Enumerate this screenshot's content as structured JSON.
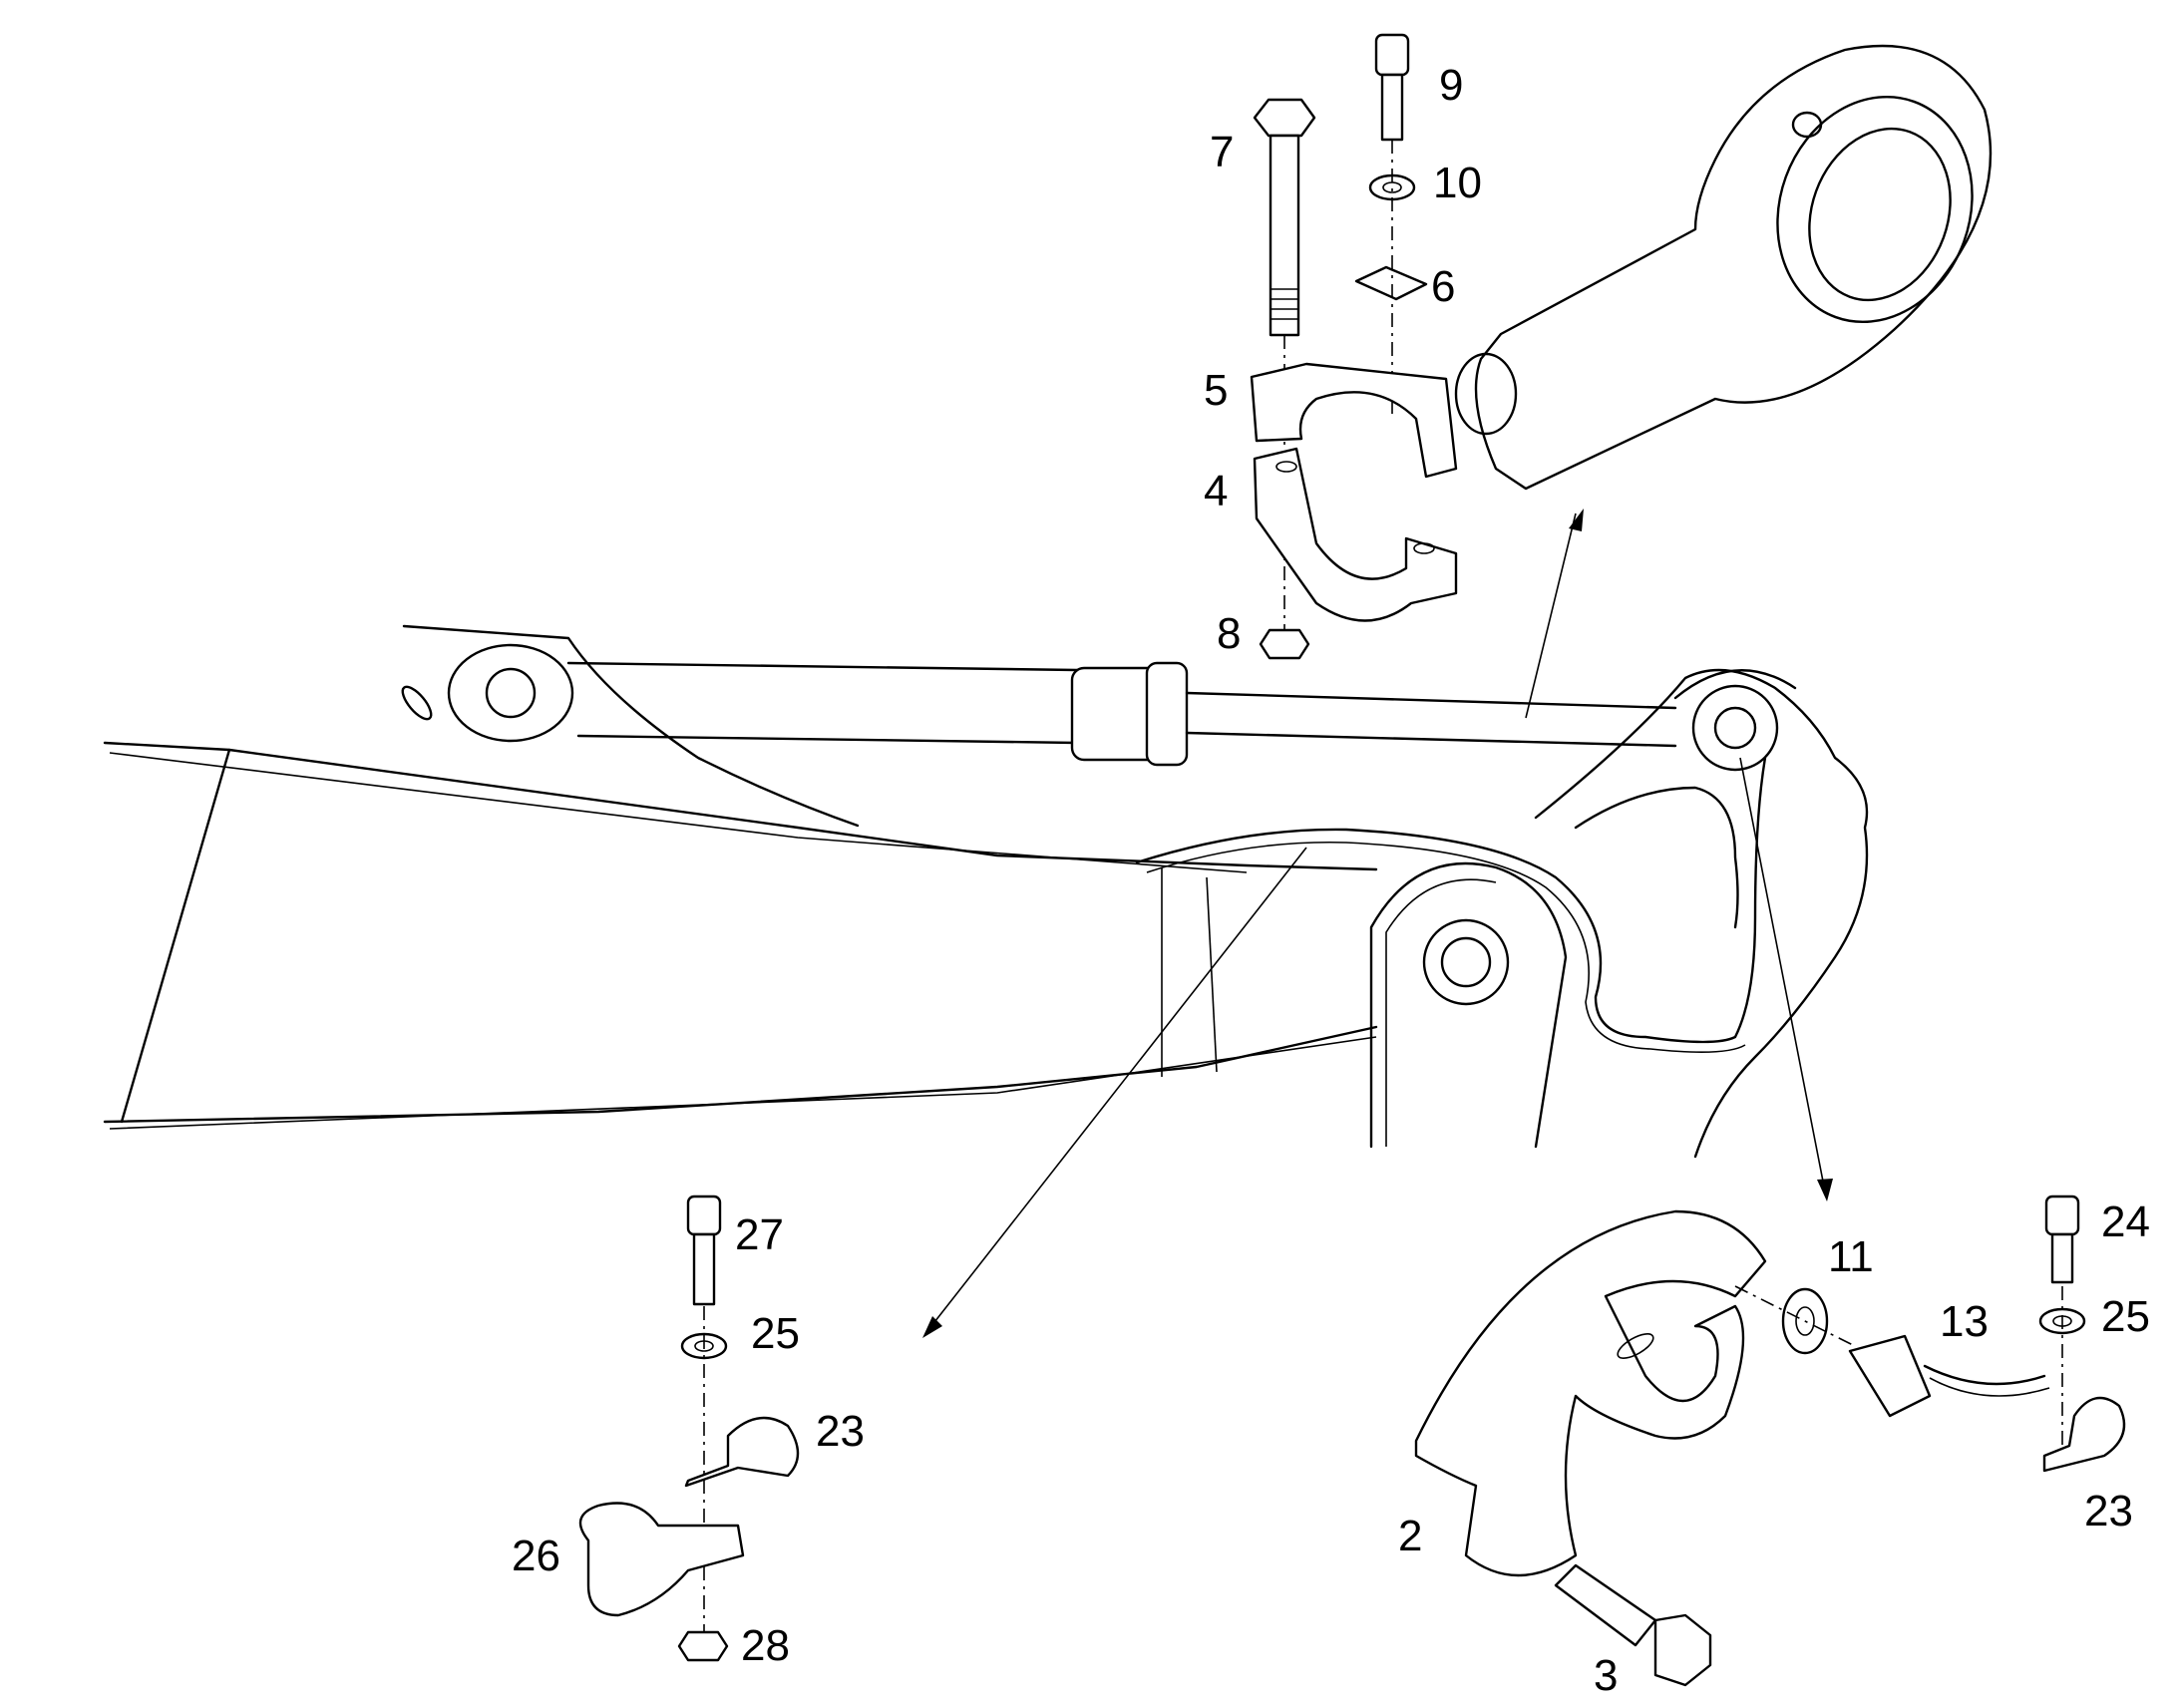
{
  "labels": {
    "p2": "2",
    "p3": "3",
    "p4": "4",
    "p5": "5",
    "p6": "6",
    "p7": "7",
    "p8": "8",
    "p9": "9",
    "p10": "10",
    "p11": "11",
    "p13": "13",
    "p23a": "23",
    "p23b": "23",
    "p24": "24",
    "p25a": "25",
    "p25b": "25",
    "p26": "26",
    "p27": "27",
    "p28": "28"
  },
  "colors": {
    "line": "#000000",
    "background": "#ffffff"
  }
}
